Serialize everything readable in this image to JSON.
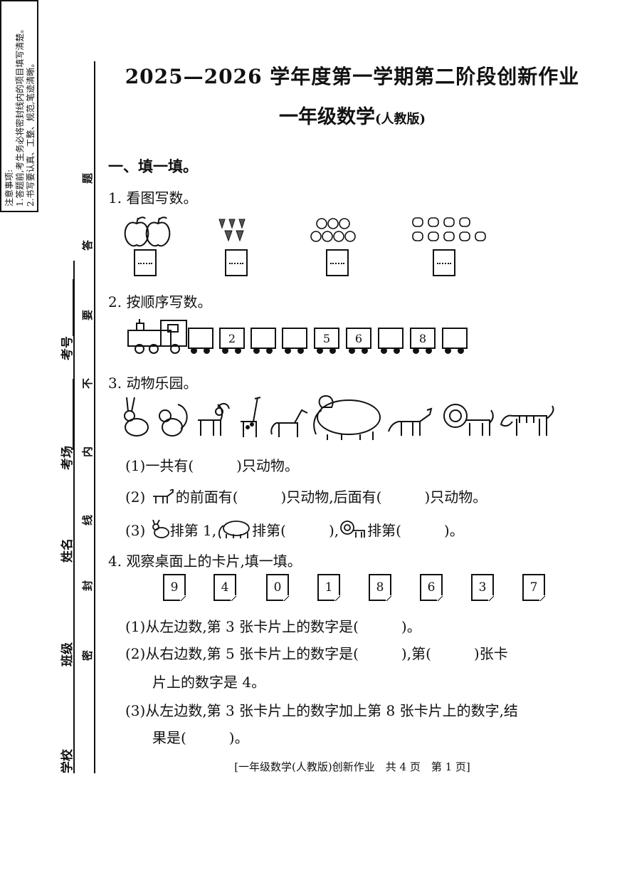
{
  "binding": {
    "notice_title": "注意事项:",
    "notice_1": "1.答题前,考生务必将密封线内的项目填写清楚。",
    "notice_2": "2.书写要认真、工整、规范,笔迹清晰。",
    "fields": [
      "考号",
      "考场",
      "姓名",
      "班级",
      "学校"
    ],
    "seal_chars": [
      "题",
      "答",
      "要",
      "不",
      "内",
      "线",
      "封",
      "密"
    ]
  },
  "header": {
    "title": "2025—2026 学年度第一学期第二阶段创新作业",
    "subtitle": "一年级数学",
    "edition": "(人教版)"
  },
  "section1": {
    "title": "一、填一填。"
  },
  "q1": {
    "title": "1. 看图写数。",
    "groups": [
      {
        "item": "apple",
        "count": 2
      },
      {
        "item": "strawberry",
        "count": 5
      },
      {
        "item": "peach",
        "count": 7
      },
      {
        "item": "persimmon",
        "count": 9
      }
    ]
  },
  "q2": {
    "title": "2. 按顺序写数。",
    "wagons": [
      "",
      "2",
      "",
      "",
      "5",
      "6",
      "",
      "8",
      ""
    ]
  },
  "q3": {
    "title": "3. 动物乐园。",
    "animals": [
      "rabbit-icon",
      "squirrel-icon",
      "goat-icon",
      "giraffe-icon",
      "horse-icon",
      "elephant-icon",
      "wolf-icon",
      "lion-icon",
      "tiger-icon"
    ],
    "sub1": "(1)一共有(　　　)只动物。",
    "sub2_prefix": "(2)",
    "sub2_text": "的前面有(　　　)只动物,后面有(　　　)只动物。",
    "sub3_prefix": "(3)",
    "sub3_a": "排第 1,",
    "sub3_b": "排第(　　　),",
    "sub3_c": "排第(　　　)。"
  },
  "q4": {
    "title": "4. 观察桌面上的卡片,填一填。",
    "cards": [
      "9",
      "4",
      "0",
      "1",
      "8",
      "6",
      "3",
      "7"
    ],
    "sub1": "(1)从左边数,第 3 张卡片上的数字是(　　　)。",
    "sub2_a": "(2)从右边数,第 5 张卡片上的数字是(　　　),第(　　　)张卡",
    "sub2_b": "片上的数字是 4。",
    "sub3_a": "(3)从左边数,第 3 张卡片上的数字加上第 8 张卡片上的数字,结",
    "sub3_b": "果是(　　　)。"
  },
  "footer": "[一年级数学(人教版)创新作业　共 4 页　第 1 页]"
}
